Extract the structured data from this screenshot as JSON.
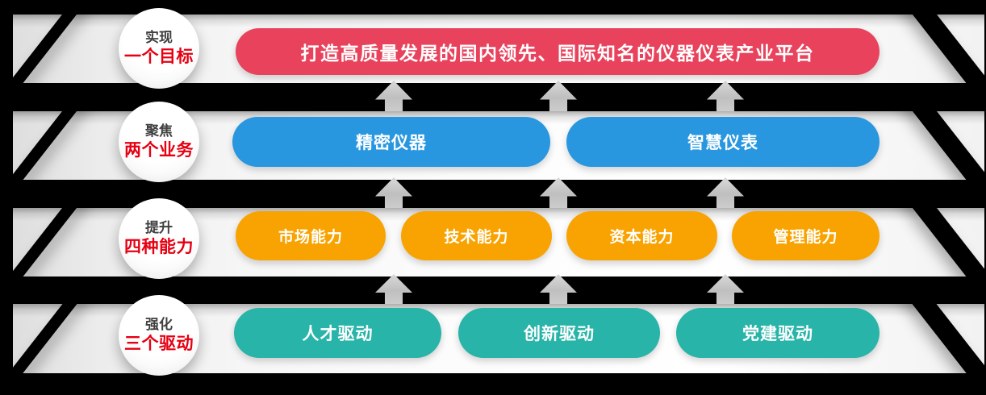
{
  "diagram": {
    "title_pill": "打造高质量发展的国内领先、国际知名的仪器仪表产业平台",
    "rows": [
      {
        "id": "goal",
        "circle": {
          "line1": "实现",
          "line2": "一个目标"
        },
        "pills": [
          "打造高质量发展的国内领先、国际知名的仪器仪表产业平台"
        ],
        "color": "#e8425c"
      },
      {
        "id": "business",
        "circle": {
          "line1": "聚焦",
          "line2": "两个业务"
        },
        "pills": [
          "精密仪器",
          "智慧仪表"
        ],
        "color": "#2997e0"
      },
      {
        "id": "capability",
        "circle": {
          "line1": "提升",
          "line2": "四种能力"
        },
        "pills": [
          "市场能力",
          "技术能力",
          "资本能力",
          "管理能力"
        ],
        "color": "#f8a301"
      },
      {
        "id": "driver",
        "circle": {
          "line1": "强化",
          "line2": "三个驱动"
        },
        "pills": [
          "人才驱动",
          "创新驱动",
          "党建驱动"
        ],
        "color": "#28b4a8"
      }
    ],
    "colors": {
      "background": "#000000",
      "band_light": "#f6f6f6",
      "circle_highlight_text": "#e60012",
      "circle_title_text": "#3f3f3f",
      "arrow_silver": "#c9c9c9",
      "pill_text": "#ffffff"
    },
    "arrow_count": 9
  }
}
